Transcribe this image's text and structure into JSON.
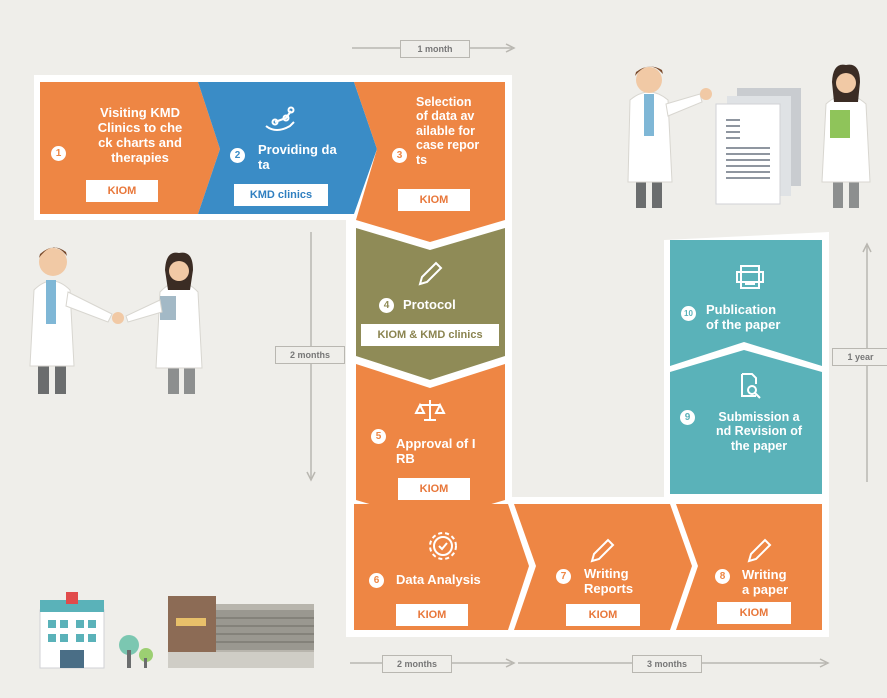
{
  "colors": {
    "orange": "#ee8644",
    "blue": "#3a8cc6",
    "olive": "#8f8b57",
    "teal": "#5ab2b9",
    "background": "#efeeea"
  },
  "steps": [
    {
      "num": "1",
      "title_lines": [
        "Visiting KMD",
        "Clinics to che",
        "ck charts and",
        "therapies"
      ],
      "org": "KIOM",
      "icon": "none"
    },
    {
      "num": "2",
      "title_lines": [
        "Providing da",
        "ta"
      ],
      "org": "KMD clinics",
      "icon": "hand-network-icon"
    },
    {
      "num": "3",
      "title_lines": [
        "Selection",
        "of data av",
        "ailable for",
        "case repor",
        "ts"
      ],
      "org": "KIOM",
      "icon": "none"
    },
    {
      "num": "4",
      "title_lines": [
        "Protocol"
      ],
      "org": "KIOM & KMD clinics",
      "icon": "pencil-icon"
    },
    {
      "num": "5",
      "title_lines": [
        "Approval of I",
        "RB"
      ],
      "org": "KIOM",
      "icon": "scales-icon"
    },
    {
      "num": "6",
      "title_lines": [
        "Data Analysis"
      ],
      "org": "KIOM",
      "icon": "gear-check-icon"
    },
    {
      "num": "7",
      "title_lines": [
        "Writing",
        "Reports"
      ],
      "org": "KIOM",
      "icon": "pencil-icon"
    },
    {
      "num": "8",
      "title_lines": [
        "Writing",
        "a paper"
      ],
      "org": "KIOM",
      "icon": "pencil-icon"
    },
    {
      "num": "9",
      "title_lines": [
        "Submission a",
        "nd Revision of",
        "the paper"
      ],
      "org": "",
      "icon": "document-search-icon"
    },
    {
      "num": "10",
      "title_lines": [
        "Publication",
        "of the paper"
      ],
      "org": "",
      "icon": "printer-icon"
    }
  ],
  "durations": {
    "top": "1 month",
    "left": "2 months",
    "bottom_first": "2 months",
    "bottom_second": "3 months",
    "right": "1 year"
  }
}
